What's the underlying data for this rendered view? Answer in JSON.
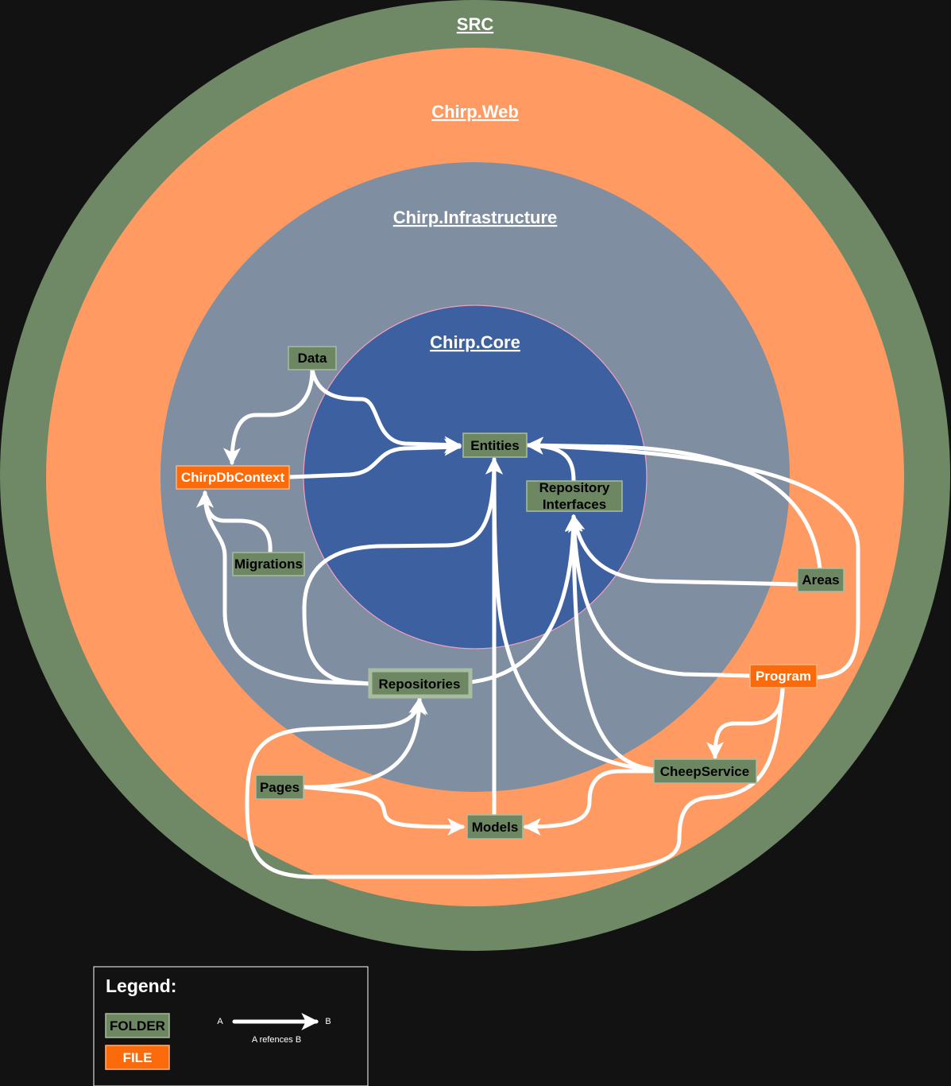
{
  "rings": [
    {
      "id": "src",
      "label": "SRC",
      "color": "#6f8966"
    },
    {
      "id": "web",
      "label": "Chirp.Web",
      "color": "#ff9a62"
    },
    {
      "id": "infrastructure",
      "label": "Chirp.Infrastructure",
      "color": "#7f8fa1"
    },
    {
      "id": "core",
      "label": "Chirp.Core",
      "color": "#3c60a0"
    }
  ],
  "nodes": [
    {
      "id": "data",
      "label": [
        "Data"
      ],
      "kind": "folder"
    },
    {
      "id": "chirpdbcontext",
      "label": [
        "ChirpDbContext"
      ],
      "kind": "file"
    },
    {
      "id": "migrations",
      "label": [
        "Migrations"
      ],
      "kind": "folder"
    },
    {
      "id": "entities",
      "label": [
        "Entities"
      ],
      "kind": "folder"
    },
    {
      "id": "repository-interfaces",
      "label": [
        "Repository",
        "Interfaces"
      ],
      "kind": "folder"
    },
    {
      "id": "repositories",
      "label": [
        "Repositories"
      ],
      "kind": "folder"
    },
    {
      "id": "areas",
      "label": [
        "Areas"
      ],
      "kind": "folder"
    },
    {
      "id": "program",
      "label": [
        "Program"
      ],
      "kind": "file"
    },
    {
      "id": "cheepservice",
      "label": [
        "CheepService"
      ],
      "kind": "folder"
    },
    {
      "id": "pages",
      "label": [
        "Pages"
      ],
      "kind": "folder"
    },
    {
      "id": "models",
      "label": [
        "Models"
      ],
      "kind": "folder"
    }
  ],
  "edges": [
    {
      "from": "data",
      "to": "chirpdbcontext"
    },
    {
      "from": "data",
      "to": "entities"
    },
    {
      "from": "chirpdbcontext",
      "to": "entities"
    },
    {
      "from": "migrations",
      "to": "chirpdbcontext"
    },
    {
      "from": "repositories",
      "to": "chirpdbcontext"
    },
    {
      "from": "repositories",
      "to": "entities"
    },
    {
      "from": "repositories",
      "to": "repository-interfaces"
    },
    {
      "from": "repository-interfaces",
      "to": "entities"
    },
    {
      "from": "areas",
      "to": "entities"
    },
    {
      "from": "areas",
      "to": "repository-interfaces"
    },
    {
      "from": "program",
      "to": "entities"
    },
    {
      "from": "program",
      "to": "repository-interfaces"
    },
    {
      "from": "program",
      "to": "cheepservice"
    },
    {
      "from": "program",
      "to": "repositories"
    },
    {
      "from": "cheepservice",
      "to": "entities"
    },
    {
      "from": "cheepservice",
      "to": "repository-interfaces"
    },
    {
      "from": "cheepservice",
      "to": "models"
    },
    {
      "from": "pages",
      "to": "repositories"
    },
    {
      "from": "pages",
      "to": "models"
    },
    {
      "from": "models",
      "to": "entities"
    }
  ],
  "colors": {
    "folder_fill": "#6d8763",
    "folder_border": "#a9bca0",
    "folder_text": "#000000",
    "file_fill": "#fb6b0c",
    "file_border": "#ffb27a",
    "file_text": "#ffffff",
    "edge": "#ffffff",
    "background": "#121212"
  },
  "legend": {
    "title": "Legend:",
    "folder_label": "FOLDER",
    "file_label": "FILE",
    "arrow_from": "A",
    "arrow_to": "B",
    "arrow_caption": "A refences B"
  }
}
